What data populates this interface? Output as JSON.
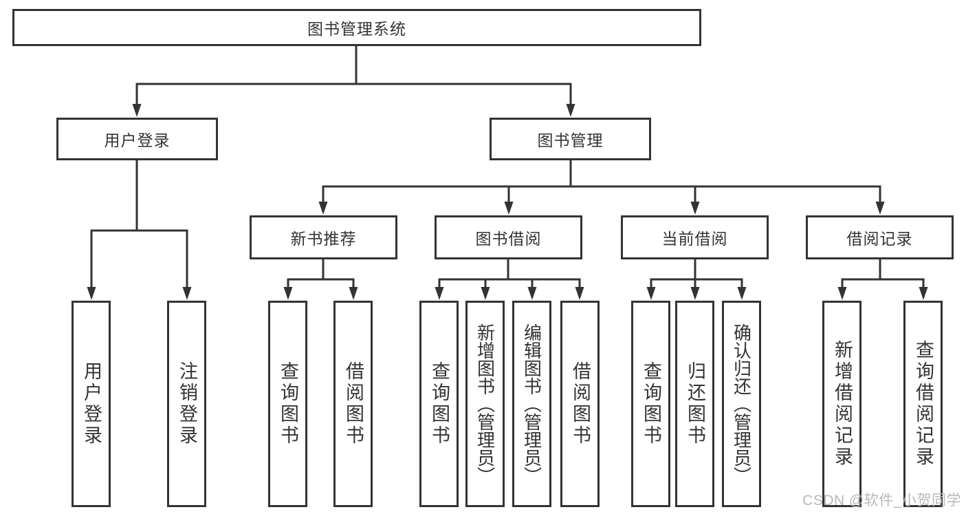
{
  "diagram": {
    "root": {
      "label": "图书管理系统",
      "children": [
        {
          "label": "用户登录",
          "children": [
            {
              "label": "用户登录"
            },
            {
              "label": "注销登录"
            }
          ]
        },
        {
          "label": "图书管理",
          "children": [
            {
              "label": "新书推荐",
              "children": [
                {
                  "label": "查询图书"
                },
                {
                  "label": "借阅图书"
                }
              ]
            },
            {
              "label": "图书借阅",
              "children": [
                {
                  "label": "查询图书"
                },
                {
                  "label": "新增图书（管理员）"
                },
                {
                  "label": "编辑图书（管理员）"
                },
                {
                  "label": "借阅图书"
                }
              ]
            },
            {
              "label": "当前借阅",
              "children": [
                {
                  "label": "查询图书"
                },
                {
                  "label": "归还图书"
                },
                {
                  "label": "确认归还（管理员）"
                }
              ]
            },
            {
              "label": "借阅记录",
              "children": [
                {
                  "label": "新增借阅记录"
                },
                {
                  "label": "查询借阅记录"
                }
              ]
            }
          ]
        }
      ]
    }
  },
  "watermark": {
    "text": "CSDN @软件_小贺同学"
  },
  "colors": {
    "line": "#333333",
    "box_border": "#333333",
    "text": "#333333",
    "watermark": "#b8b8b8",
    "background": "#ffffff"
  }
}
